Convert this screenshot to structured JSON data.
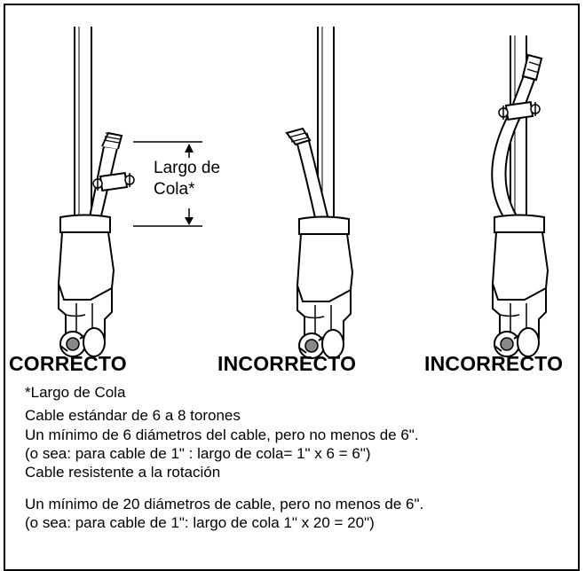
{
  "annotation": {
    "line1": "Largo de",
    "line2": "Cola*"
  },
  "captions": [
    "CORRECTO",
    "INCORRECTO",
    "INCORRECTO"
  ],
  "notes": {
    "heading": "*Largo de Cola",
    "standard_title": "Cable estándar de 6 a 8 torones",
    "standard_rule": "Un mínimo de 6 diámetros del cable, pero no menos de 6\".",
    "standard_example": "(o sea: para cable de 1\" : largo de cola= 1\" x 6 = 6\")",
    "rotation_title": "Cable resistente a la rotación",
    "rotation_rule": "Un mínimo de 20 diámetros de cable, pero no menos de 6\".",
    "rotation_example": "(o sea: para cable de 1\": largo de cola 1\" x 20 = 20\")"
  }
}
